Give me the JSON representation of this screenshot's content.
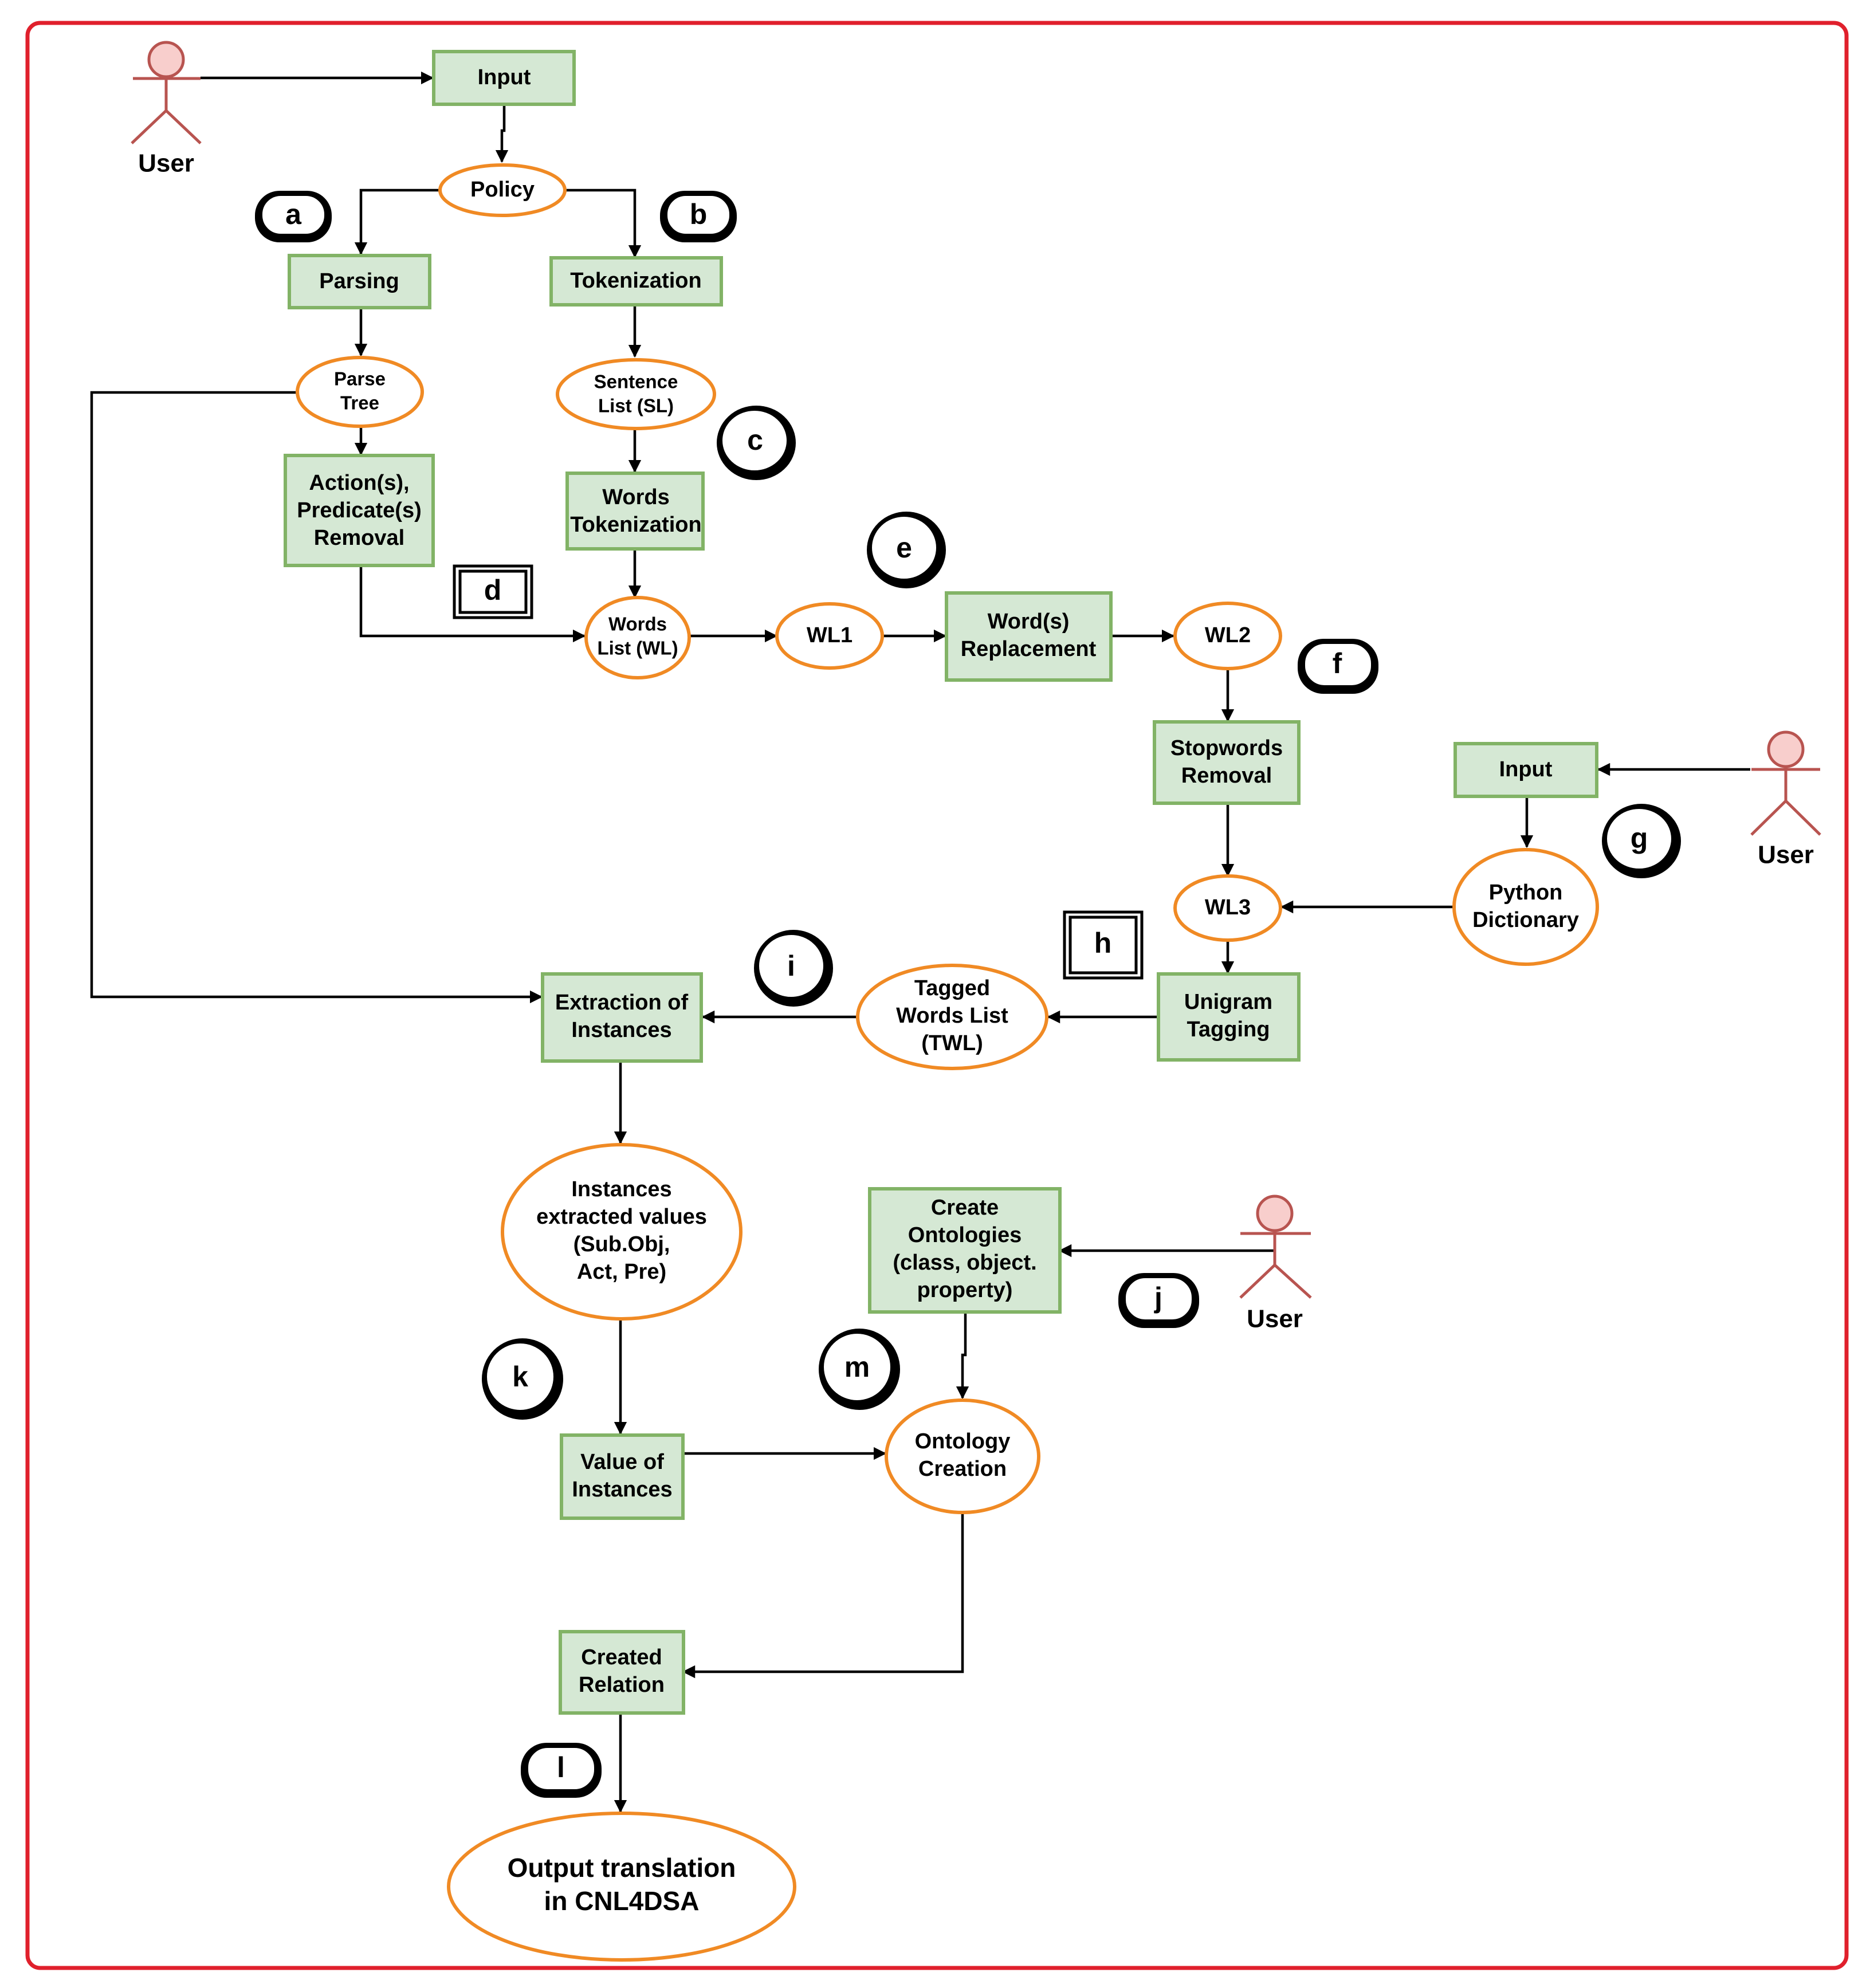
{
  "users": {
    "top_left": "User",
    "right": "User",
    "bottom": "User"
  },
  "nodes": {
    "input_top": "Input",
    "policy": "Policy",
    "parsing": "Parsing",
    "tokenization": "Tokenization",
    "parse_tree": [
      "Parse",
      "Tree"
    ],
    "sentence_list": [
      "Sentence",
      "List (SL)"
    ],
    "actions_removal": [
      "Action(s),",
      "Predicate(s)",
      "Removal"
    ],
    "words_tokenization": [
      "Words",
      "Tokenization"
    ],
    "words_list": [
      "Words",
      "List (WL)"
    ],
    "wl1": "WL1",
    "word_replacement": [
      "Word(s)",
      "Replacement"
    ],
    "wl2": "WL2",
    "stopwords_removal": [
      "Stopwords",
      "Removal"
    ],
    "input_right": "Input",
    "python_dictionary": [
      "Python",
      "Dictionary"
    ],
    "wl3": "WL3",
    "unigram_tagging": [
      "Unigram",
      "Tagging"
    ],
    "tagged_words_list": [
      "Tagged",
      "Words List",
      "(TWL)"
    ],
    "extraction_instances": [
      "Extraction of",
      "Instances"
    ],
    "instances_values": [
      "Instances",
      "extracted values",
      "(Sub.Obj,",
      "Act, Pre)"
    ],
    "create_ontologies": [
      "Create",
      "Ontologies",
      "(class, object.",
      "property)"
    ],
    "value_instances": [
      "Value of",
      "Instances"
    ],
    "ontology_creation": [
      "Ontology",
      "Creation"
    ],
    "created_relation": [
      "Created",
      "Relation"
    ],
    "output": [
      "Output translation",
      "in CNL4DSA"
    ]
  },
  "step_labels": {
    "a": "a",
    "b": "b",
    "c": "c",
    "d": "d",
    "e": "e",
    "f": "f",
    "g": "g",
    "h": "h",
    "i": "i",
    "j": "j",
    "k": "k",
    "l": "l",
    "m": "m"
  },
  "colors": {
    "process_fill": "#d5e8d4",
    "process_stroke": "#82b366",
    "data_stroke": "#f08a24",
    "actor_stroke": "#b85450",
    "actor_fill": "#f8cecc",
    "frame": "#e0202c"
  }
}
